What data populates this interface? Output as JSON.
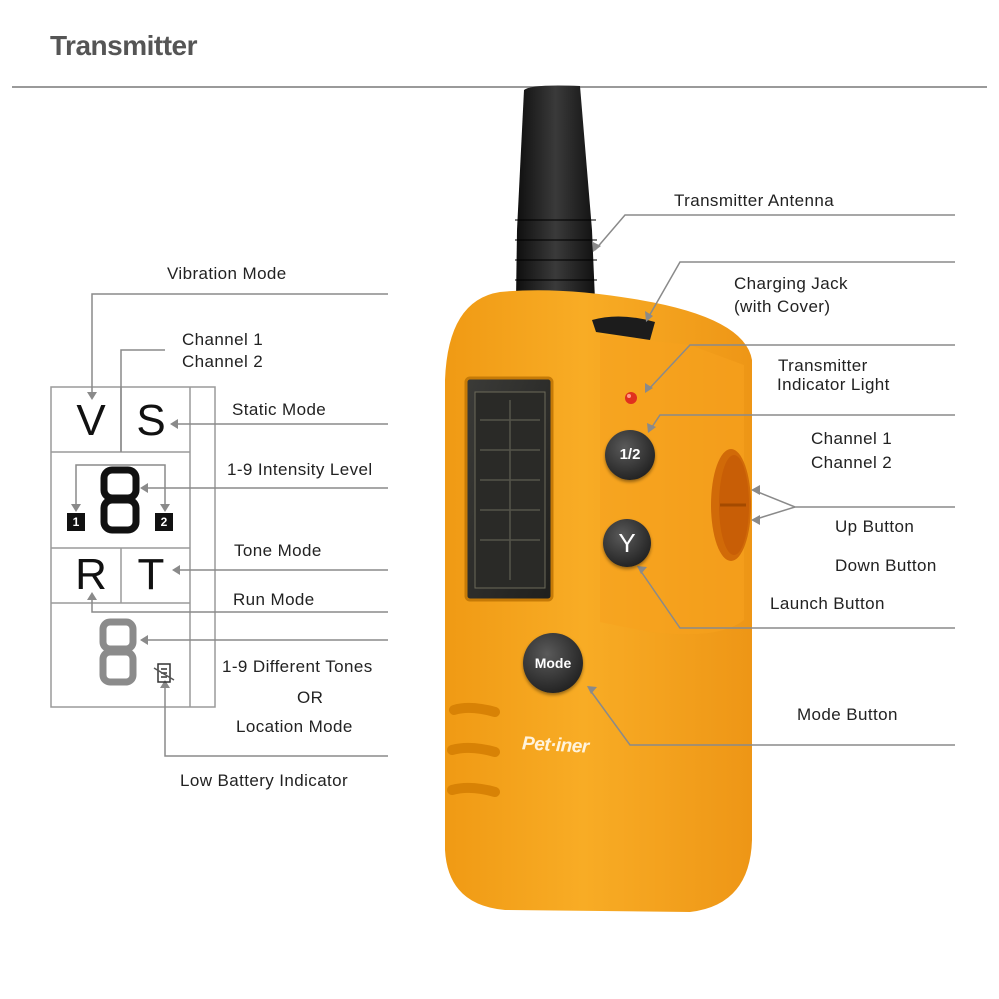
{
  "title": "Transmitter",
  "legend": {
    "vibration_letter": "V",
    "static_letter": "S",
    "digit_big": "8",
    "channel_box_1": "1",
    "channel_box_2": "2",
    "run_letter": "R",
    "tone_letter": "T"
  },
  "left_labels": {
    "vibration_mode": "Vibration Mode",
    "channel_1": "Channel 1",
    "channel_2": "Channel 2",
    "static_mode": "Static Mode",
    "intensity_level": "1-9 Intensity Level",
    "tone_mode": "Tone Mode",
    "run_mode": "Run Mode",
    "different_tones": "1-9 Different Tones",
    "or": "OR",
    "location_mode": "Location Mode",
    "low_battery": "Low Battery Indicator"
  },
  "right_labels": {
    "antenna": "Transmitter Antenna",
    "charging_jack_1": "Charging Jack",
    "charging_jack_2": "(with Cover)",
    "indicator_light_1": "Transmitter",
    "indicator_light_2": "Indicator Light",
    "channel_1": "Channel 1",
    "channel_2": "Channel 2",
    "up_button": "Up Button",
    "down_button": "Down Button",
    "launch_button": "Launch Button",
    "mode_button": "Mode Button"
  },
  "device": {
    "btn_channel": "1/2",
    "btn_launch": "Y",
    "btn_mode": "Mode",
    "brand": "Pet·iner"
  },
  "colors": {
    "body": "#f5a21c",
    "body_dark": "#e48a10",
    "antenna": "#1c1c1c",
    "line": "#8a8a8a",
    "led": "#e0301e"
  }
}
